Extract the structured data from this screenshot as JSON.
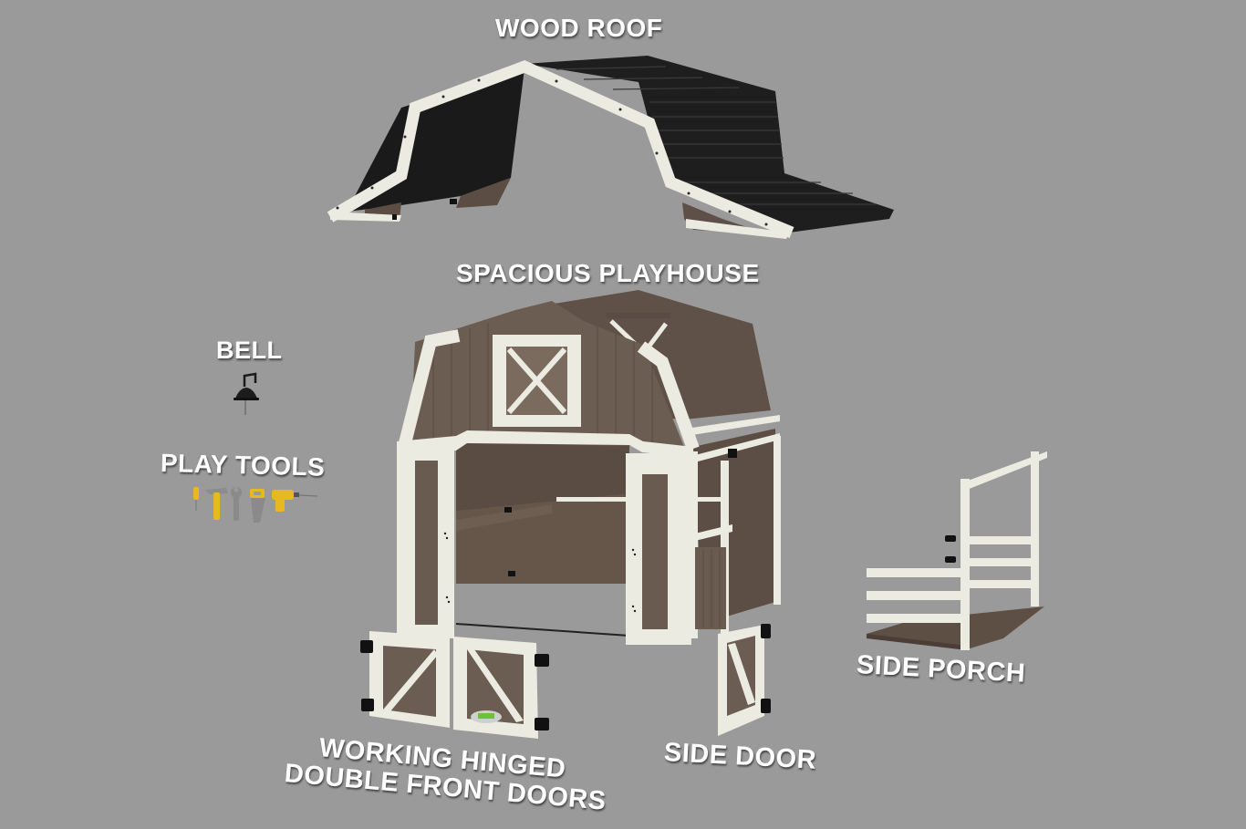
{
  "background_color": "#9a9a9a",
  "colors": {
    "trim": "#ecebe2",
    "wood": "#6e5f54",
    "wood_dark": "#54473f",
    "roof": "#1c1c1c",
    "hardware": "#111111",
    "tool_yellow": "#e8b820",
    "tool_gray": "#8a8a8a",
    "badge_green": "#6fc13a"
  },
  "labels": {
    "wood_roof": "WOOD ROOF",
    "spacious_playhouse": "SPACIOUS PLAYHOUSE",
    "bell": "BELL",
    "play_tools": "PLAY TOOLS",
    "side_porch": "SIDE PORCH",
    "front_doors_line1": "WORKING HINGED",
    "front_doors_line2": "DOUBLE FRONT DOORS",
    "side_door": "SIDE DOOR"
  },
  "components": [
    {
      "id": "wood-roof",
      "label": "WOOD ROOF"
    },
    {
      "id": "playhouse",
      "label": "SPACIOUS PLAYHOUSE"
    },
    {
      "id": "bell",
      "label": "BELL"
    },
    {
      "id": "play-tools",
      "label": "PLAY TOOLS",
      "items": [
        "screwdriver",
        "hammer",
        "wrench",
        "saw",
        "drill"
      ]
    },
    {
      "id": "side-porch",
      "label": "SIDE PORCH"
    },
    {
      "id": "front-doors",
      "label": "WORKING HINGED DOUBLE FRONT DOORS"
    },
    {
      "id": "side-door",
      "label": "SIDE DOOR"
    }
  ]
}
